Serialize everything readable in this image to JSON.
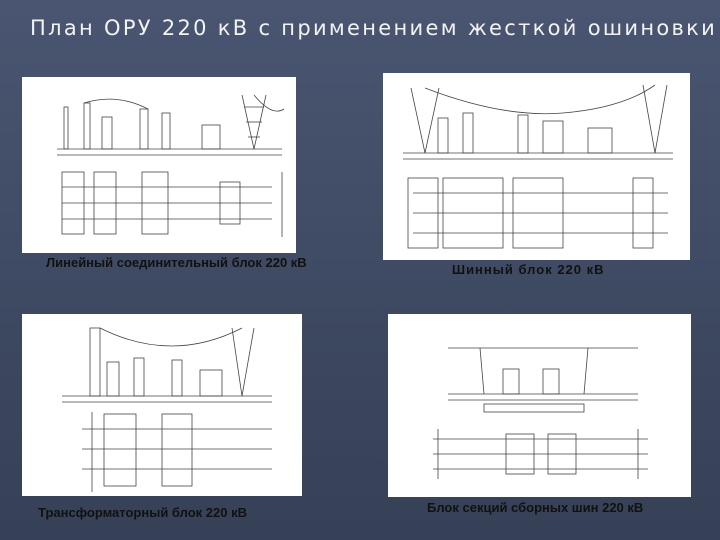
{
  "slide": {
    "title": "План ОРУ 220 кВ с применением жесткой ошиновки"
  },
  "panels": [
    {
      "caption": "Линейный соединительный блок 220 кВ"
    },
    {
      "caption": "Шинный блок 220 кВ"
    },
    {
      "caption": "Трансформаторный блок 220 кВ"
    },
    {
      "caption": "Блок секций сборных шин 220 кВ"
    }
  ]
}
